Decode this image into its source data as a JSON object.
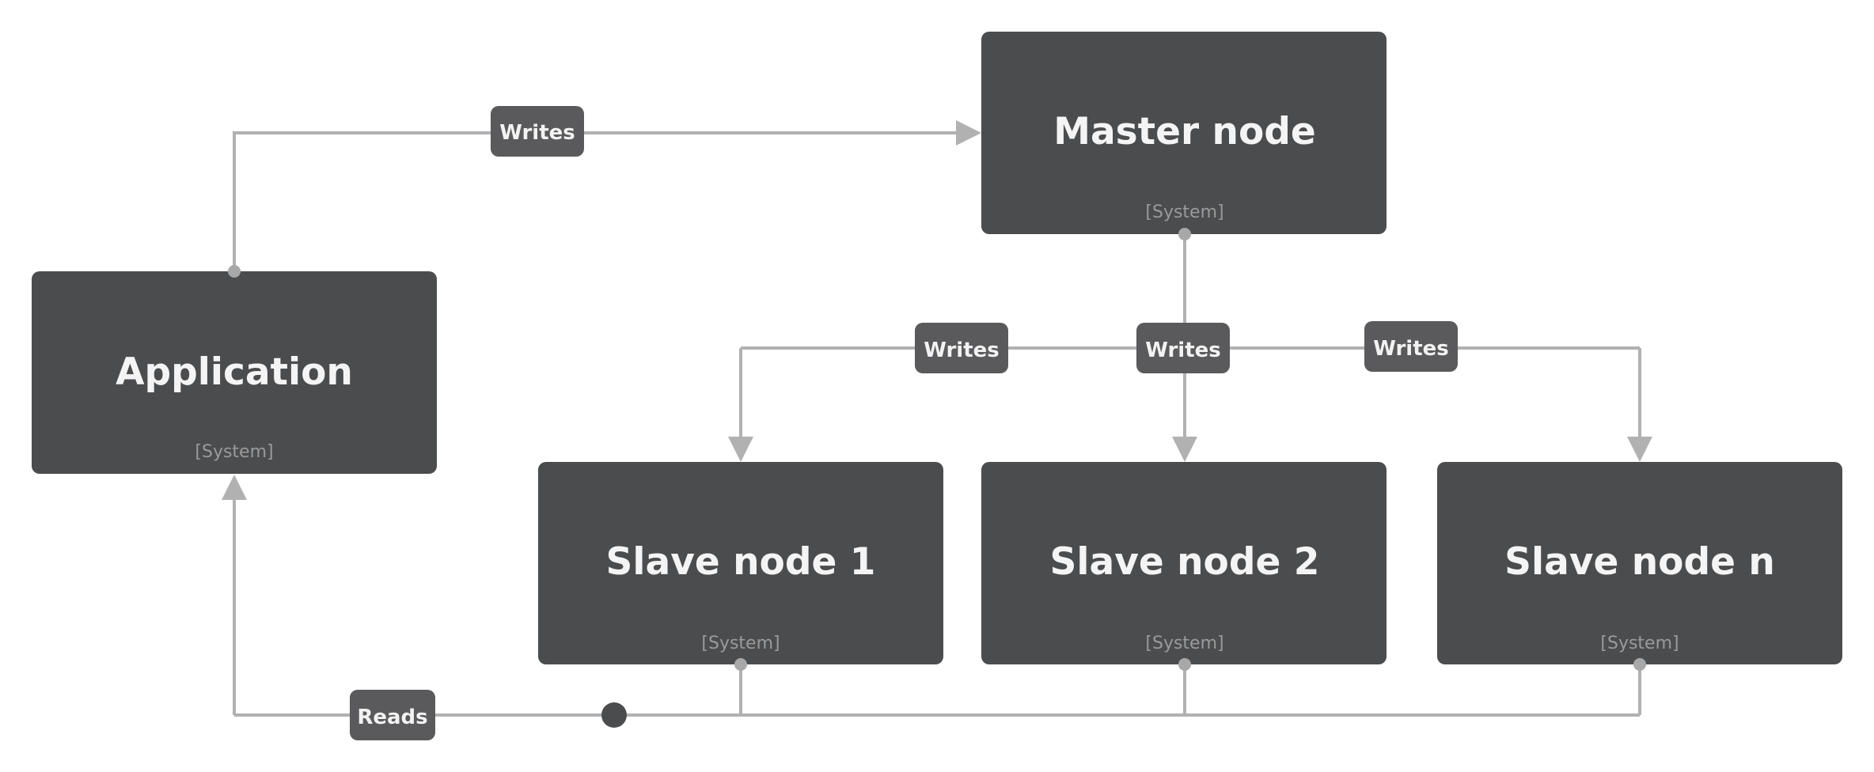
{
  "nodes": {
    "master": {
      "title": "Master node",
      "type": "[System]"
    },
    "application": {
      "title": "Application",
      "type": "[System]"
    },
    "slave1": {
      "title": "Slave node 1",
      "type": "[System]"
    },
    "slave2": {
      "title": "Slave node 2",
      "type": "[System]"
    },
    "slaven": {
      "title": "Slave node n",
      "type": "[System]"
    }
  },
  "edges": {
    "app_to_master": {
      "label": "Writes"
    },
    "master_to_slave1": {
      "label": "Writes"
    },
    "master_to_slave2": {
      "label": "Writes"
    },
    "master_to_slaven": {
      "label": "Writes"
    },
    "slaves_to_app": {
      "label": "Reads"
    }
  },
  "colors": {
    "node_fill": "#4b4c4e",
    "edge": "#b1b1b1",
    "label_fill": "#5a5a5c"
  }
}
